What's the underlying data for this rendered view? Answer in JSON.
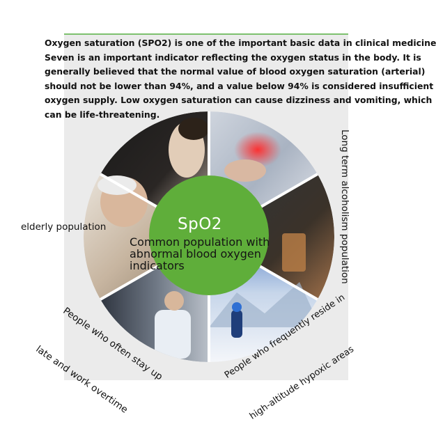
{
  "intro_lines": [
    "Oxygen saturation (SPO2) is one of the important basic data in clinical medicine",
    "Seven is an important indicator reflecting the oxygen status in the body. It is",
    "generally believed that the normal value of blood oxygen saturation (arterial)",
    "should not be lower than 94%, and a value below 94% is considered insufficient",
    "oxygen supply. Low oxygen saturation can cause dizziness and vomiting, which",
    "can be life-threatening."
  ],
  "center": {
    "title": "SpO2",
    "description": "Common population with abnormal blood oxygen indicators"
  },
  "labels": {
    "elderly": "elderly population",
    "alcohol": "Long term alcoholism population",
    "stay_up_1": "People who often stay up",
    "stay_up_2": "late and work overtime",
    "altitude_1": "People who frequently reside in",
    "altitude_2": "high-altitude hypoxic areas"
  },
  "colors": {
    "center_circle": "#5fae3a",
    "panel": "#ebebeb",
    "accent_line": "#7cc06e"
  }
}
